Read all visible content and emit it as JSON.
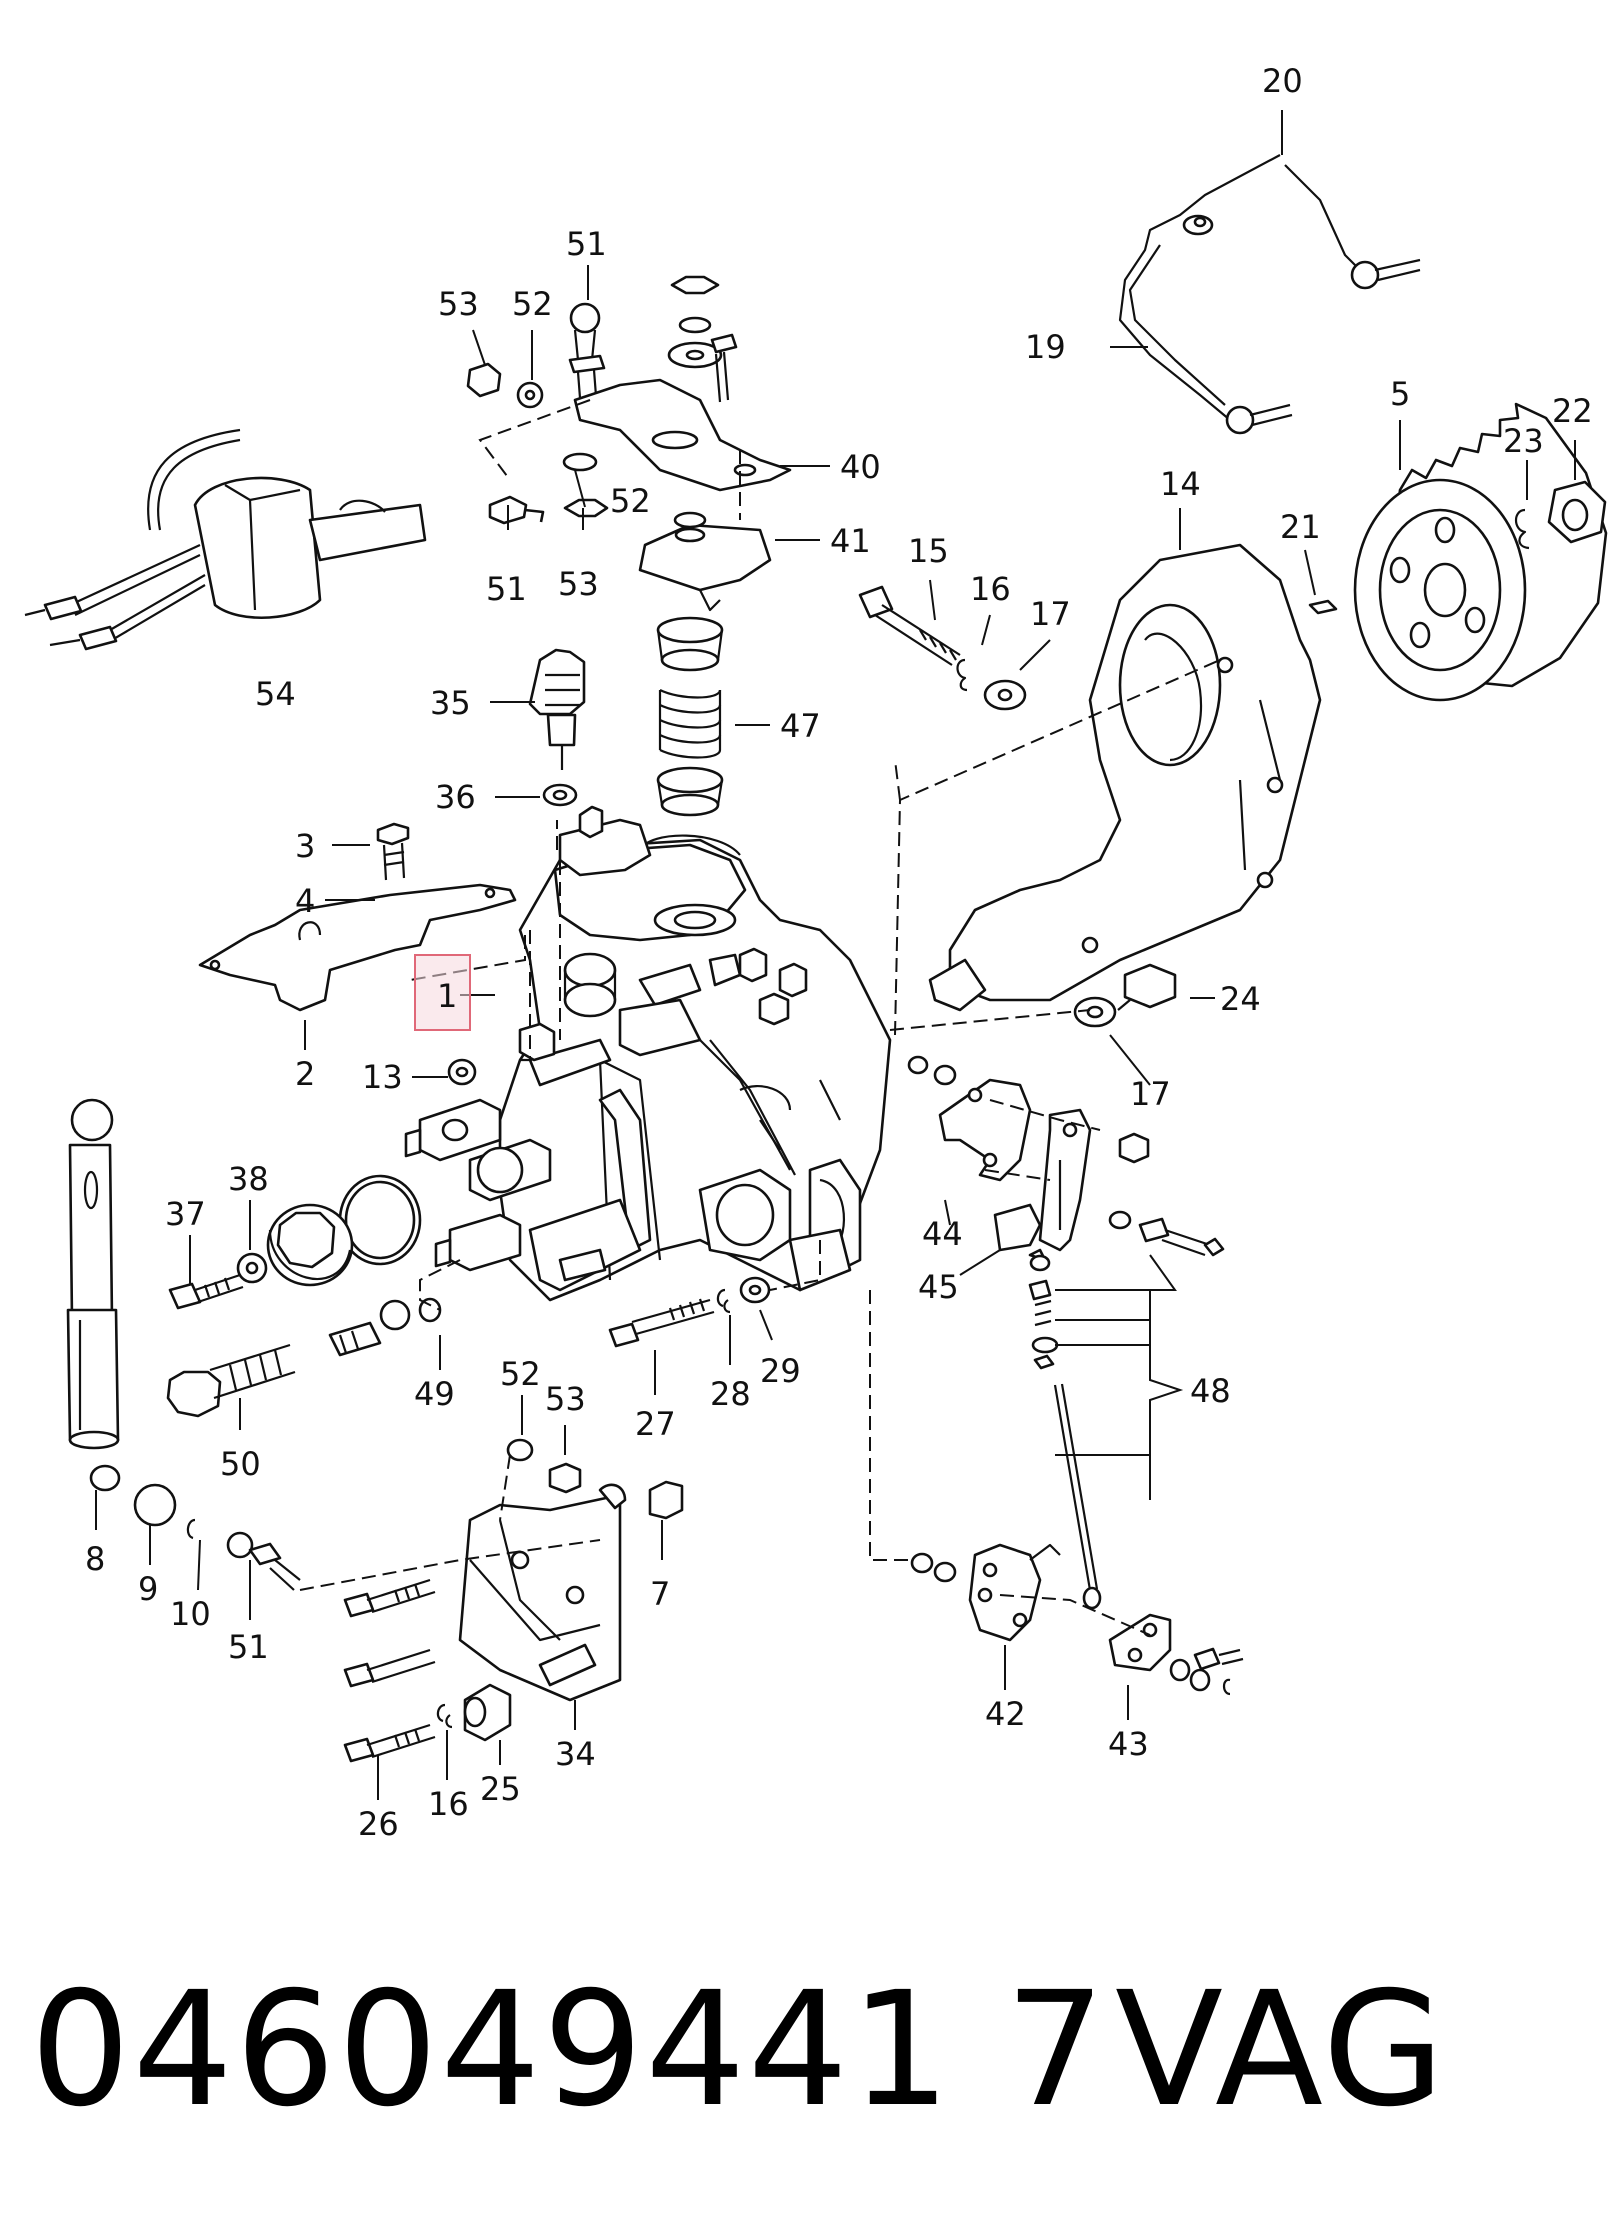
{
  "diagram": {
    "highlight_color": "#e06878",
    "highlighted_callout": "1",
    "callouts": {
      "c1": "1",
      "c2": "2",
      "c3": "3",
      "c4": "4",
      "c5": "5",
      "c7": "7",
      "c8": "8",
      "c9": "9",
      "c10": "10",
      "c13": "13",
      "c14": "14",
      "c15": "15",
      "c16a": "16",
      "c16b": "16",
      "c17a": "17",
      "c17b": "17",
      "c19": "19",
      "c20": "20",
      "c21": "21",
      "c22": "22",
      "c23": "23",
      "c24": "24",
      "c25": "25",
      "c26": "26",
      "c27": "27",
      "c28": "28",
      "c29": "29",
      "c34": "34",
      "c35": "35",
      "c36": "36",
      "c37": "37",
      "c38": "38",
      "c40": "40",
      "c41": "41",
      "c42": "42",
      "c43": "43",
      "c44": "44",
      "c45": "45",
      "c47": "47",
      "c48": "48",
      "c49": "49",
      "c50": "50",
      "c51a": "51",
      "c51b": "51",
      "c51c": "51",
      "c52a": "52",
      "c52b": "52",
      "c52c": "52",
      "c53a": "53",
      "c53b": "53",
      "c53c": "53",
      "c54": "54"
    }
  },
  "caption": {
    "part_number": "046049441 7",
    "brand": "VAG"
  }
}
